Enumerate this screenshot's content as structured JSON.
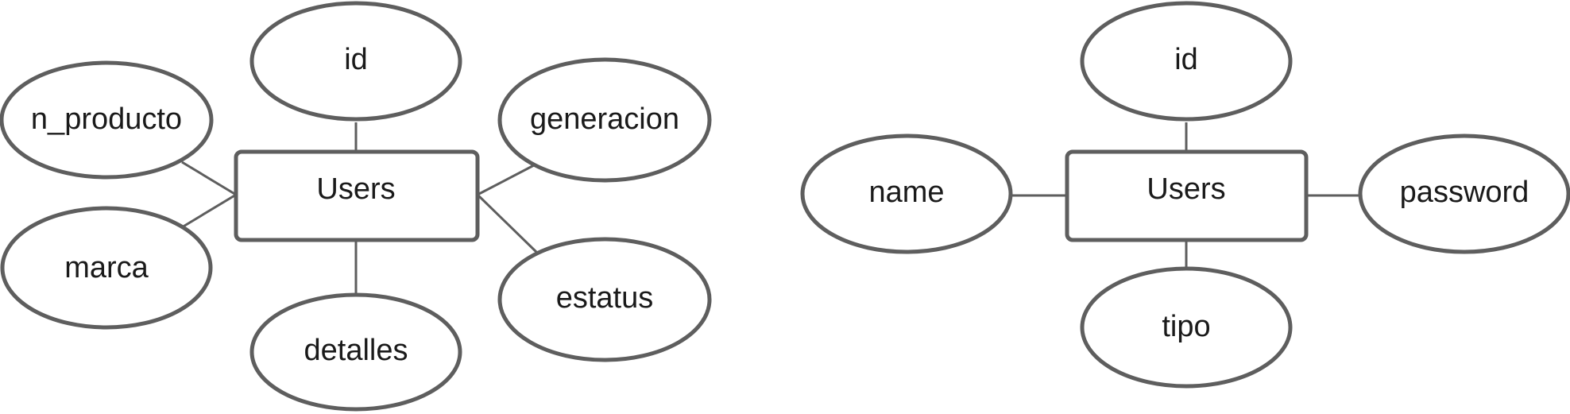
{
  "diagram_left": {
    "entity": "Users",
    "attributes": {
      "id": "id",
      "n_producto": "n_producto",
      "generacion": "generacion",
      "marca": "marca",
      "estatus": "estatus",
      "detalles": "detalles"
    }
  },
  "diagram_right": {
    "entity": "Users",
    "attributes": {
      "id": "id",
      "name": "name",
      "password": "password",
      "tipo": "tipo"
    }
  },
  "colors": {
    "stroke": "#5e5e5e",
    "text": "#1a1a1a",
    "background": "#ffffff"
  }
}
